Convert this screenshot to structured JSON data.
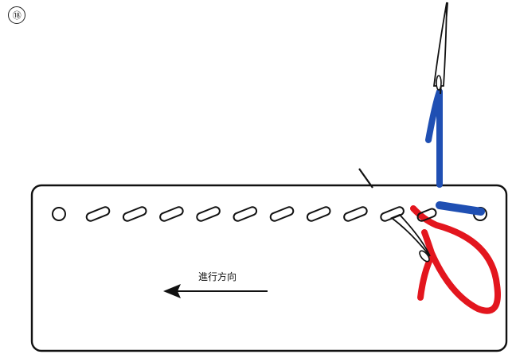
{
  "step": {
    "number": "⑱"
  },
  "diagram": {
    "direction_label": "進行方向",
    "colors": {
      "outline": "#111111",
      "thread_blue": "#1f4fb3",
      "thread_red": "#e3161e",
      "background": "#ffffff"
    },
    "slot_count": 9,
    "icons": [
      "needle-icon",
      "direction-arrow-icon"
    ]
  }
}
